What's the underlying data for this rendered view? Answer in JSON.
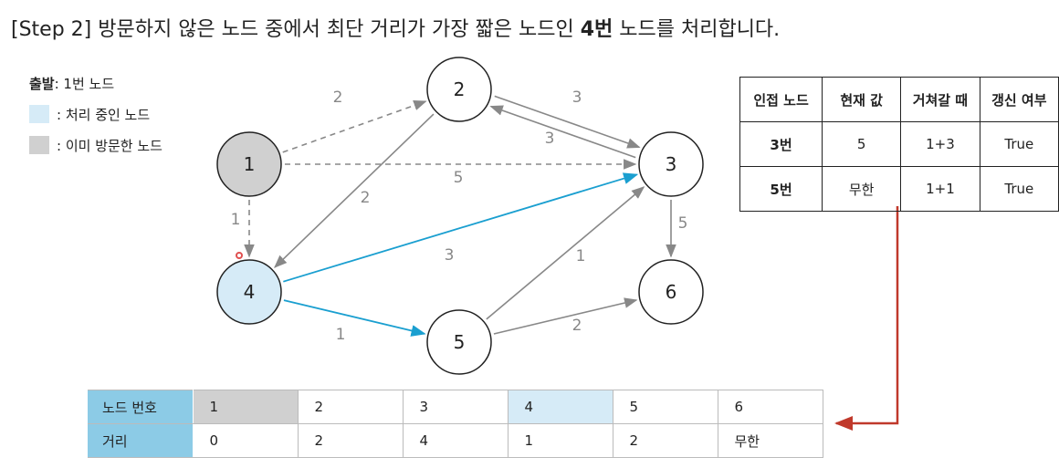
{
  "title": {
    "prefix": "[Step 2] 방문하지 않은 노드 중에서 최단 거리가 가장 짧은 노드인 ",
    "bold": "4번",
    "suffix": " 노드를 처리합니다."
  },
  "legend": {
    "start_label": "출발",
    "start_value": ": 1번 노드",
    "processing_label": ": 처리 중인 노드",
    "visited_label": ": 이미 방문한 노드"
  },
  "colors": {
    "processing": "#d6ebf7",
    "visited": "#d0d0d0",
    "highlight_edge": "#1a9fd0",
    "normal_edge": "#888888",
    "table_header": "#8ccbe6",
    "arrow_red": "#c0392b"
  },
  "graph": {
    "nodes": [
      {
        "id": "1",
        "state": "visited"
      },
      {
        "id": "2",
        "state": "none"
      },
      {
        "id": "3",
        "state": "none"
      },
      {
        "id": "4",
        "state": "processing"
      },
      {
        "id": "5",
        "state": "none"
      },
      {
        "id": "6",
        "state": "none"
      }
    ],
    "edges": [
      {
        "from": "1",
        "to": "2",
        "weight": "2",
        "style": "dashed"
      },
      {
        "from": "1",
        "to": "3",
        "weight": "5",
        "style": "dashed"
      },
      {
        "from": "1",
        "to": "4",
        "weight": "1",
        "style": "dashed"
      },
      {
        "from": "2",
        "to": "3",
        "weight": "3",
        "style": "solid"
      },
      {
        "from": "3",
        "to": "2",
        "weight": "3",
        "style": "solid"
      },
      {
        "from": "2",
        "to": "4",
        "weight": "2",
        "style": "solid"
      },
      {
        "from": "4",
        "to": "3",
        "weight": "3",
        "style": "highlight"
      },
      {
        "from": "4",
        "to": "5",
        "weight": "1",
        "style": "highlight"
      },
      {
        "from": "5",
        "to": "3",
        "weight": "1",
        "style": "solid"
      },
      {
        "from": "5",
        "to": "6",
        "weight": "2",
        "style": "solid"
      },
      {
        "from": "3",
        "to": "6",
        "weight": "5",
        "style": "solid"
      }
    ]
  },
  "info_table": {
    "headers": [
      "인접 노드",
      "현재 값",
      "거쳐갈 때",
      "갱신 여부"
    ],
    "rows": [
      [
        "3번",
        "5",
        "1+3",
        "True"
      ],
      [
        "5번",
        "무한",
        "1+1",
        "True"
      ]
    ]
  },
  "dist_table": {
    "row_labels": [
      "노드 번호",
      "거리"
    ],
    "node_numbers": [
      "1",
      "2",
      "3",
      "4",
      "5",
      "6"
    ],
    "distances": [
      "0",
      "2",
      "4",
      "1",
      "2",
      "무한"
    ],
    "cell_states": [
      "visited",
      "none",
      "none",
      "processing",
      "none",
      "none"
    ]
  }
}
